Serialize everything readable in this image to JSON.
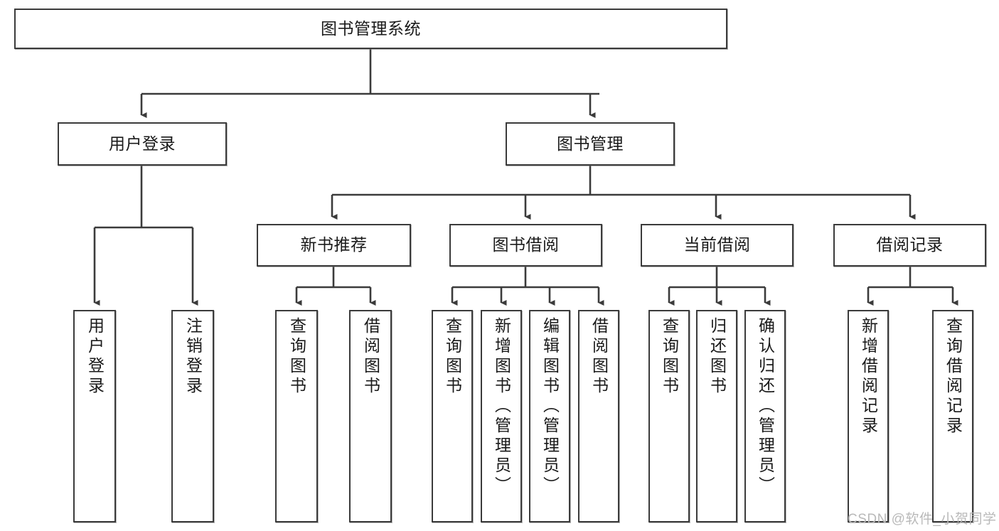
{
  "diagram": {
    "title": "图书管理系统",
    "type": "hierarchy-tree",
    "colors": {
      "background": "#ffffff",
      "node_fill": "#ffffff",
      "node_border": "#3b3b3b",
      "edge": "#3b3b3b",
      "text": "#1a1a1a",
      "watermark": "#b9b9b9"
    },
    "nodes": {
      "root": {
        "label": "图书管理系统"
      },
      "level1": [
        {
          "id": "user-login",
          "label": "用户登录"
        },
        {
          "id": "book-manage",
          "label": "图书管理"
        }
      ],
      "level2": [
        {
          "id": "new-book-recommend",
          "label": "新书推荐"
        },
        {
          "id": "book-borrow",
          "label": "图书借阅"
        },
        {
          "id": "current-borrow",
          "label": "当前借阅"
        },
        {
          "id": "borrow-record",
          "label": "借阅记录"
        }
      ],
      "leaves": {
        "user_login": [
          {
            "id": "leaf-user-login",
            "label": "用户登录"
          },
          {
            "id": "leaf-logout-login",
            "label": "注销登录"
          }
        ],
        "new_book_recommend": [
          {
            "id": "leaf-query-book-1",
            "label": "查询图书"
          },
          {
            "id": "leaf-borrow-book-1",
            "label": "借阅图书"
          }
        ],
        "book_borrow": [
          {
            "id": "leaf-query-book-2",
            "label": "查询图书"
          },
          {
            "id": "leaf-add-book",
            "label": "新增图书（管理员）"
          },
          {
            "id": "leaf-edit-book",
            "label": "编辑图书（管理员）"
          },
          {
            "id": "leaf-borrow-book-2",
            "label": "借阅图书"
          }
        ],
        "current_borrow": [
          {
            "id": "leaf-query-book-3",
            "label": "查询图书"
          },
          {
            "id": "leaf-return-book",
            "label": "归还图书"
          },
          {
            "id": "leaf-confirm-return",
            "label": "确认归还（管理员）"
          }
        ],
        "borrow_record": [
          {
            "id": "leaf-add-record",
            "label": "新增借阅记录"
          },
          {
            "id": "leaf-query-record",
            "label": "查询借阅记录"
          }
        ]
      }
    },
    "watermark": "CSDN @软件_小贺同学"
  }
}
